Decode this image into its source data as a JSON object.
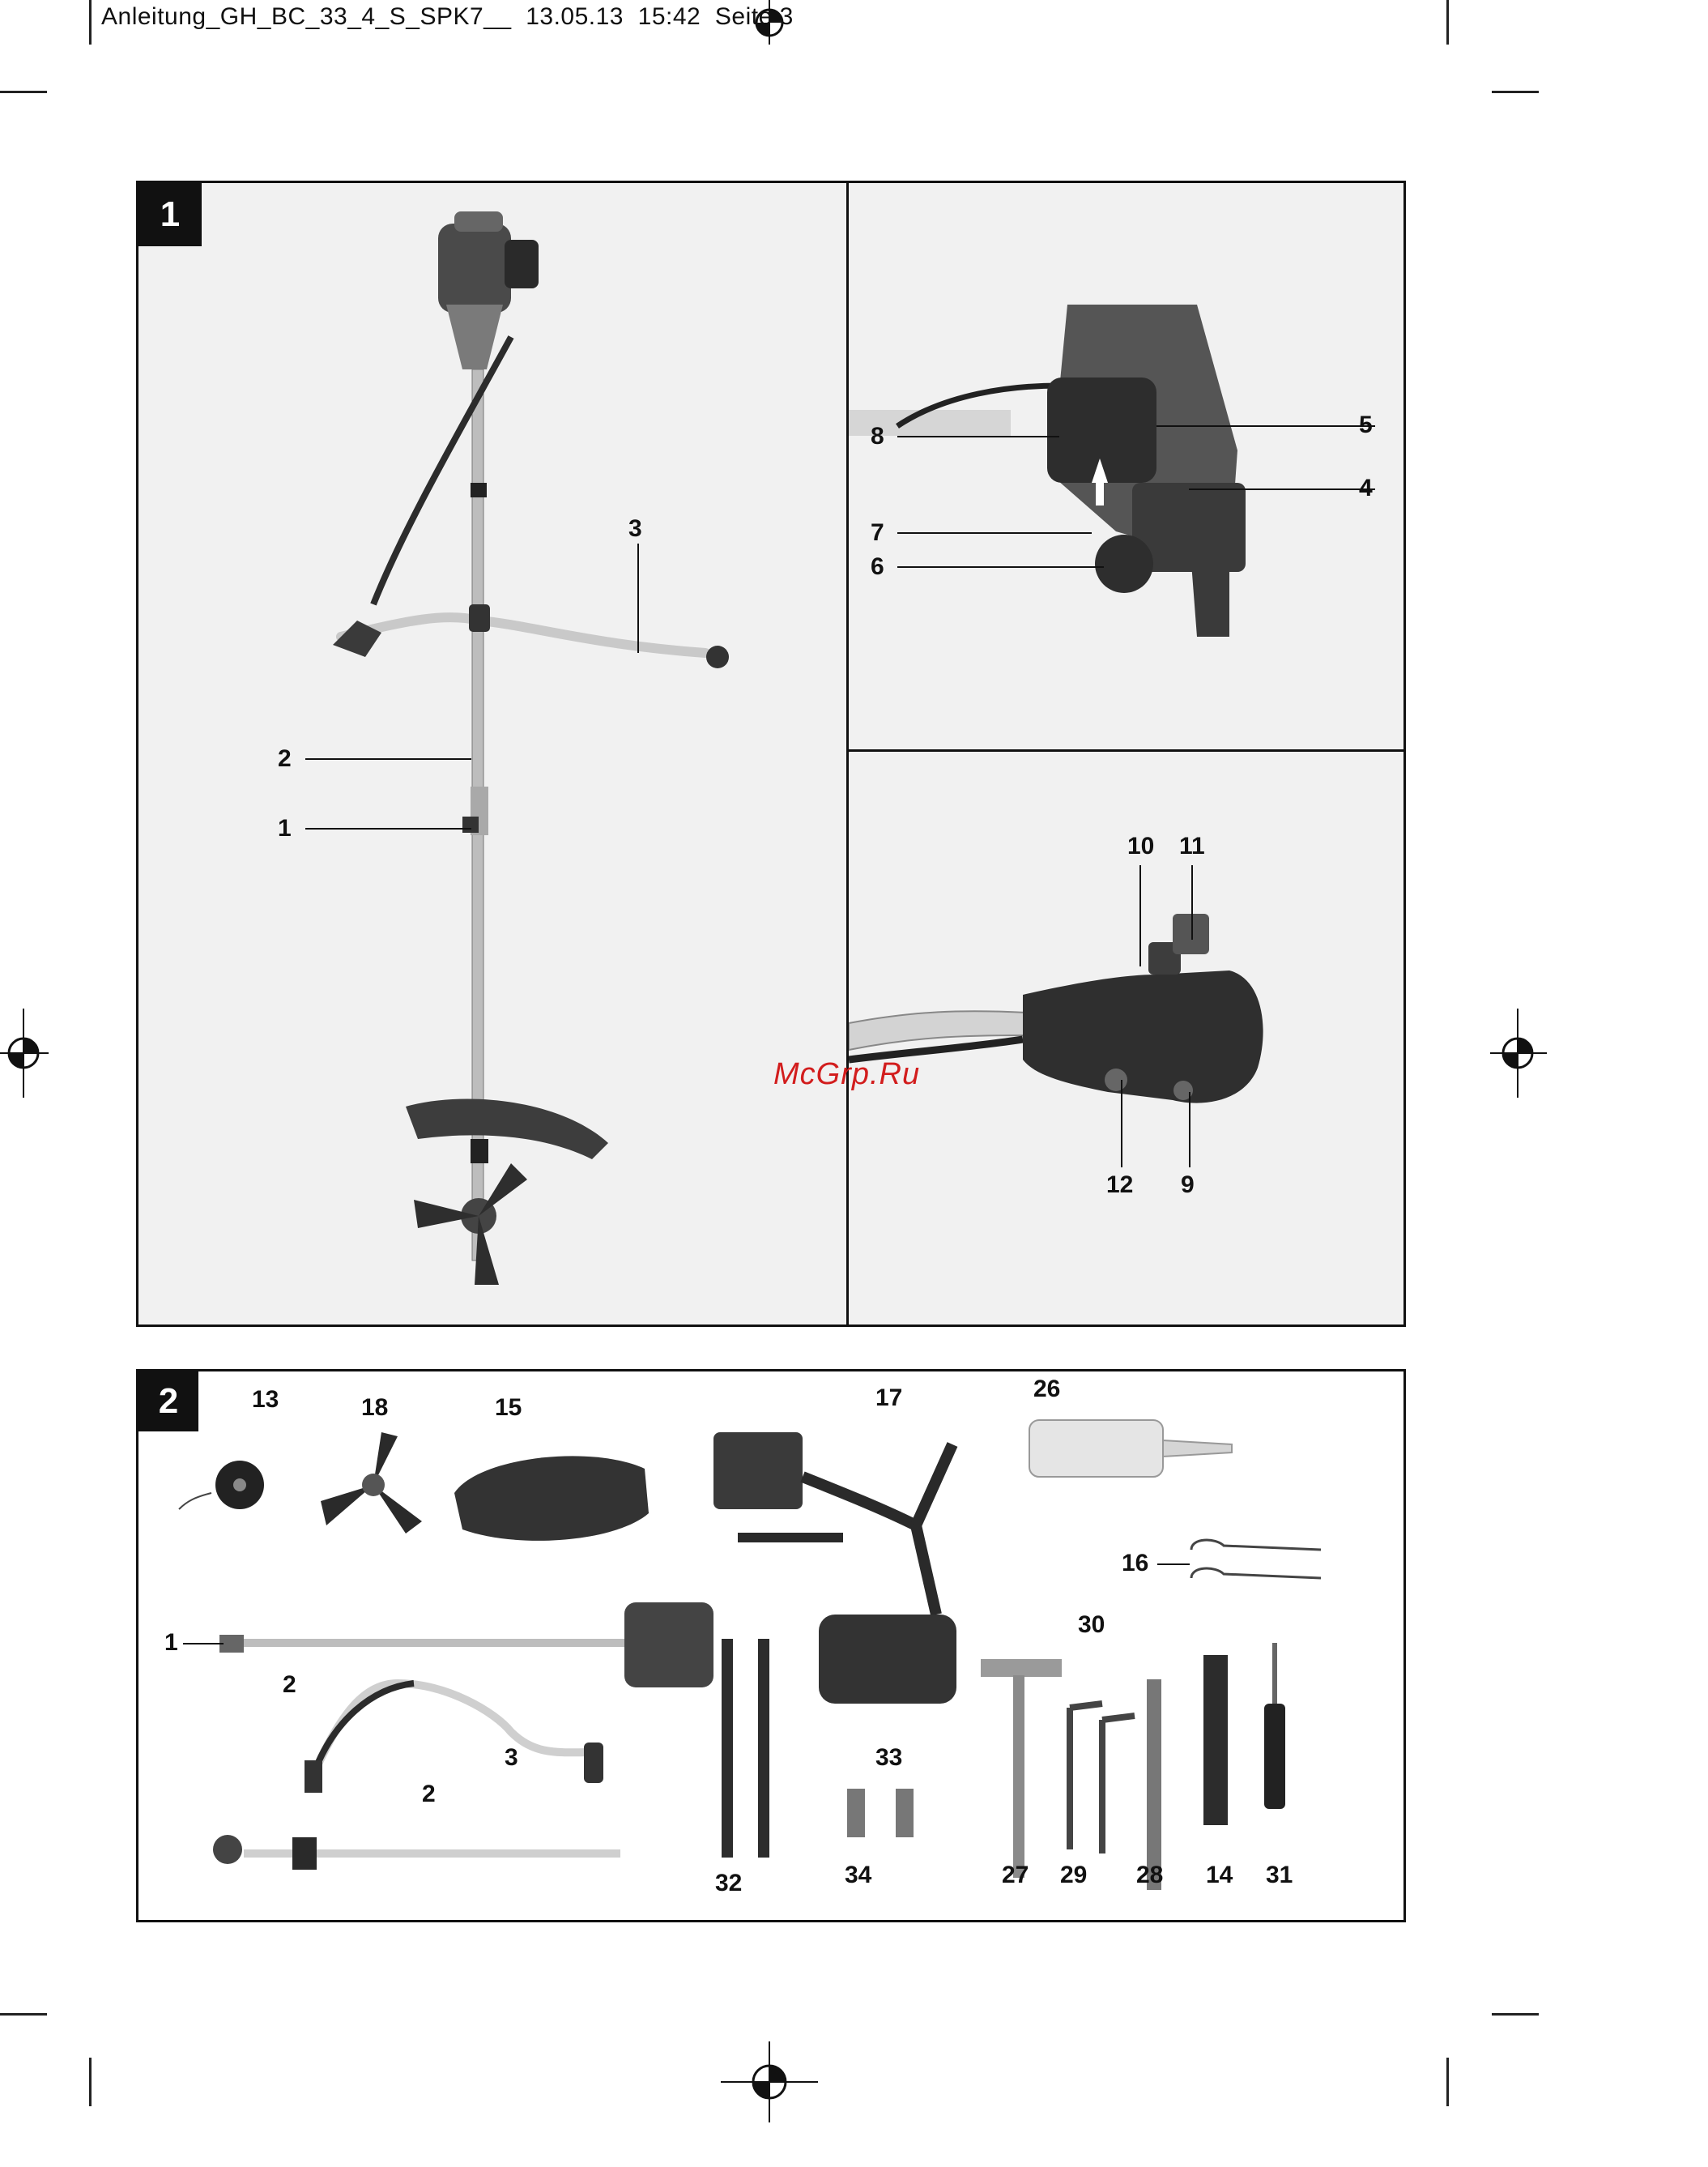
{
  "header": {
    "text": "Anleitung_GH_BC_33_4_S_SPK7__  13.05.13  15:42  Seite 3"
  },
  "watermark": {
    "text": "McGrp.Ru"
  },
  "figure1": {
    "number": "1",
    "main_labels": [
      "1",
      "2",
      "3"
    ],
    "engine_labels": [
      "4",
      "5",
      "6",
      "7",
      "8"
    ],
    "handle_labels": [
      "9",
      "10",
      "11",
      "12"
    ]
  },
  "figure2": {
    "number": "2",
    "labels": [
      "13",
      "18",
      "15",
      "17",
      "26",
      "16",
      "1",
      "2",
      "3",
      "2",
      "30",
      "33",
      "32",
      "34",
      "27",
      "29",
      "28",
      "14",
      "31"
    ]
  }
}
